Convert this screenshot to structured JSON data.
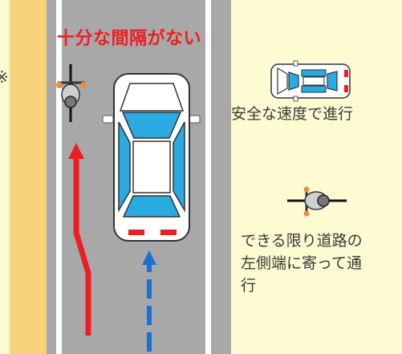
{
  "warning_text": "十分な間隔がない",
  "edge_char": "※",
  "car_caption": "安全な速度で進行",
  "bike_caption_lines": [
    "できる限り道路の",
    "左側端に寄って通",
    "行"
  ],
  "colors": {
    "background": "#fdfbd2",
    "shoulder": "#f7d27a",
    "road": "#a8a8a8",
    "lane_line": "#ffffff",
    "car_glass": "#29abe2",
    "warning_red": "#ee1d23",
    "arrow_blue": "#1e6fd0"
  }
}
